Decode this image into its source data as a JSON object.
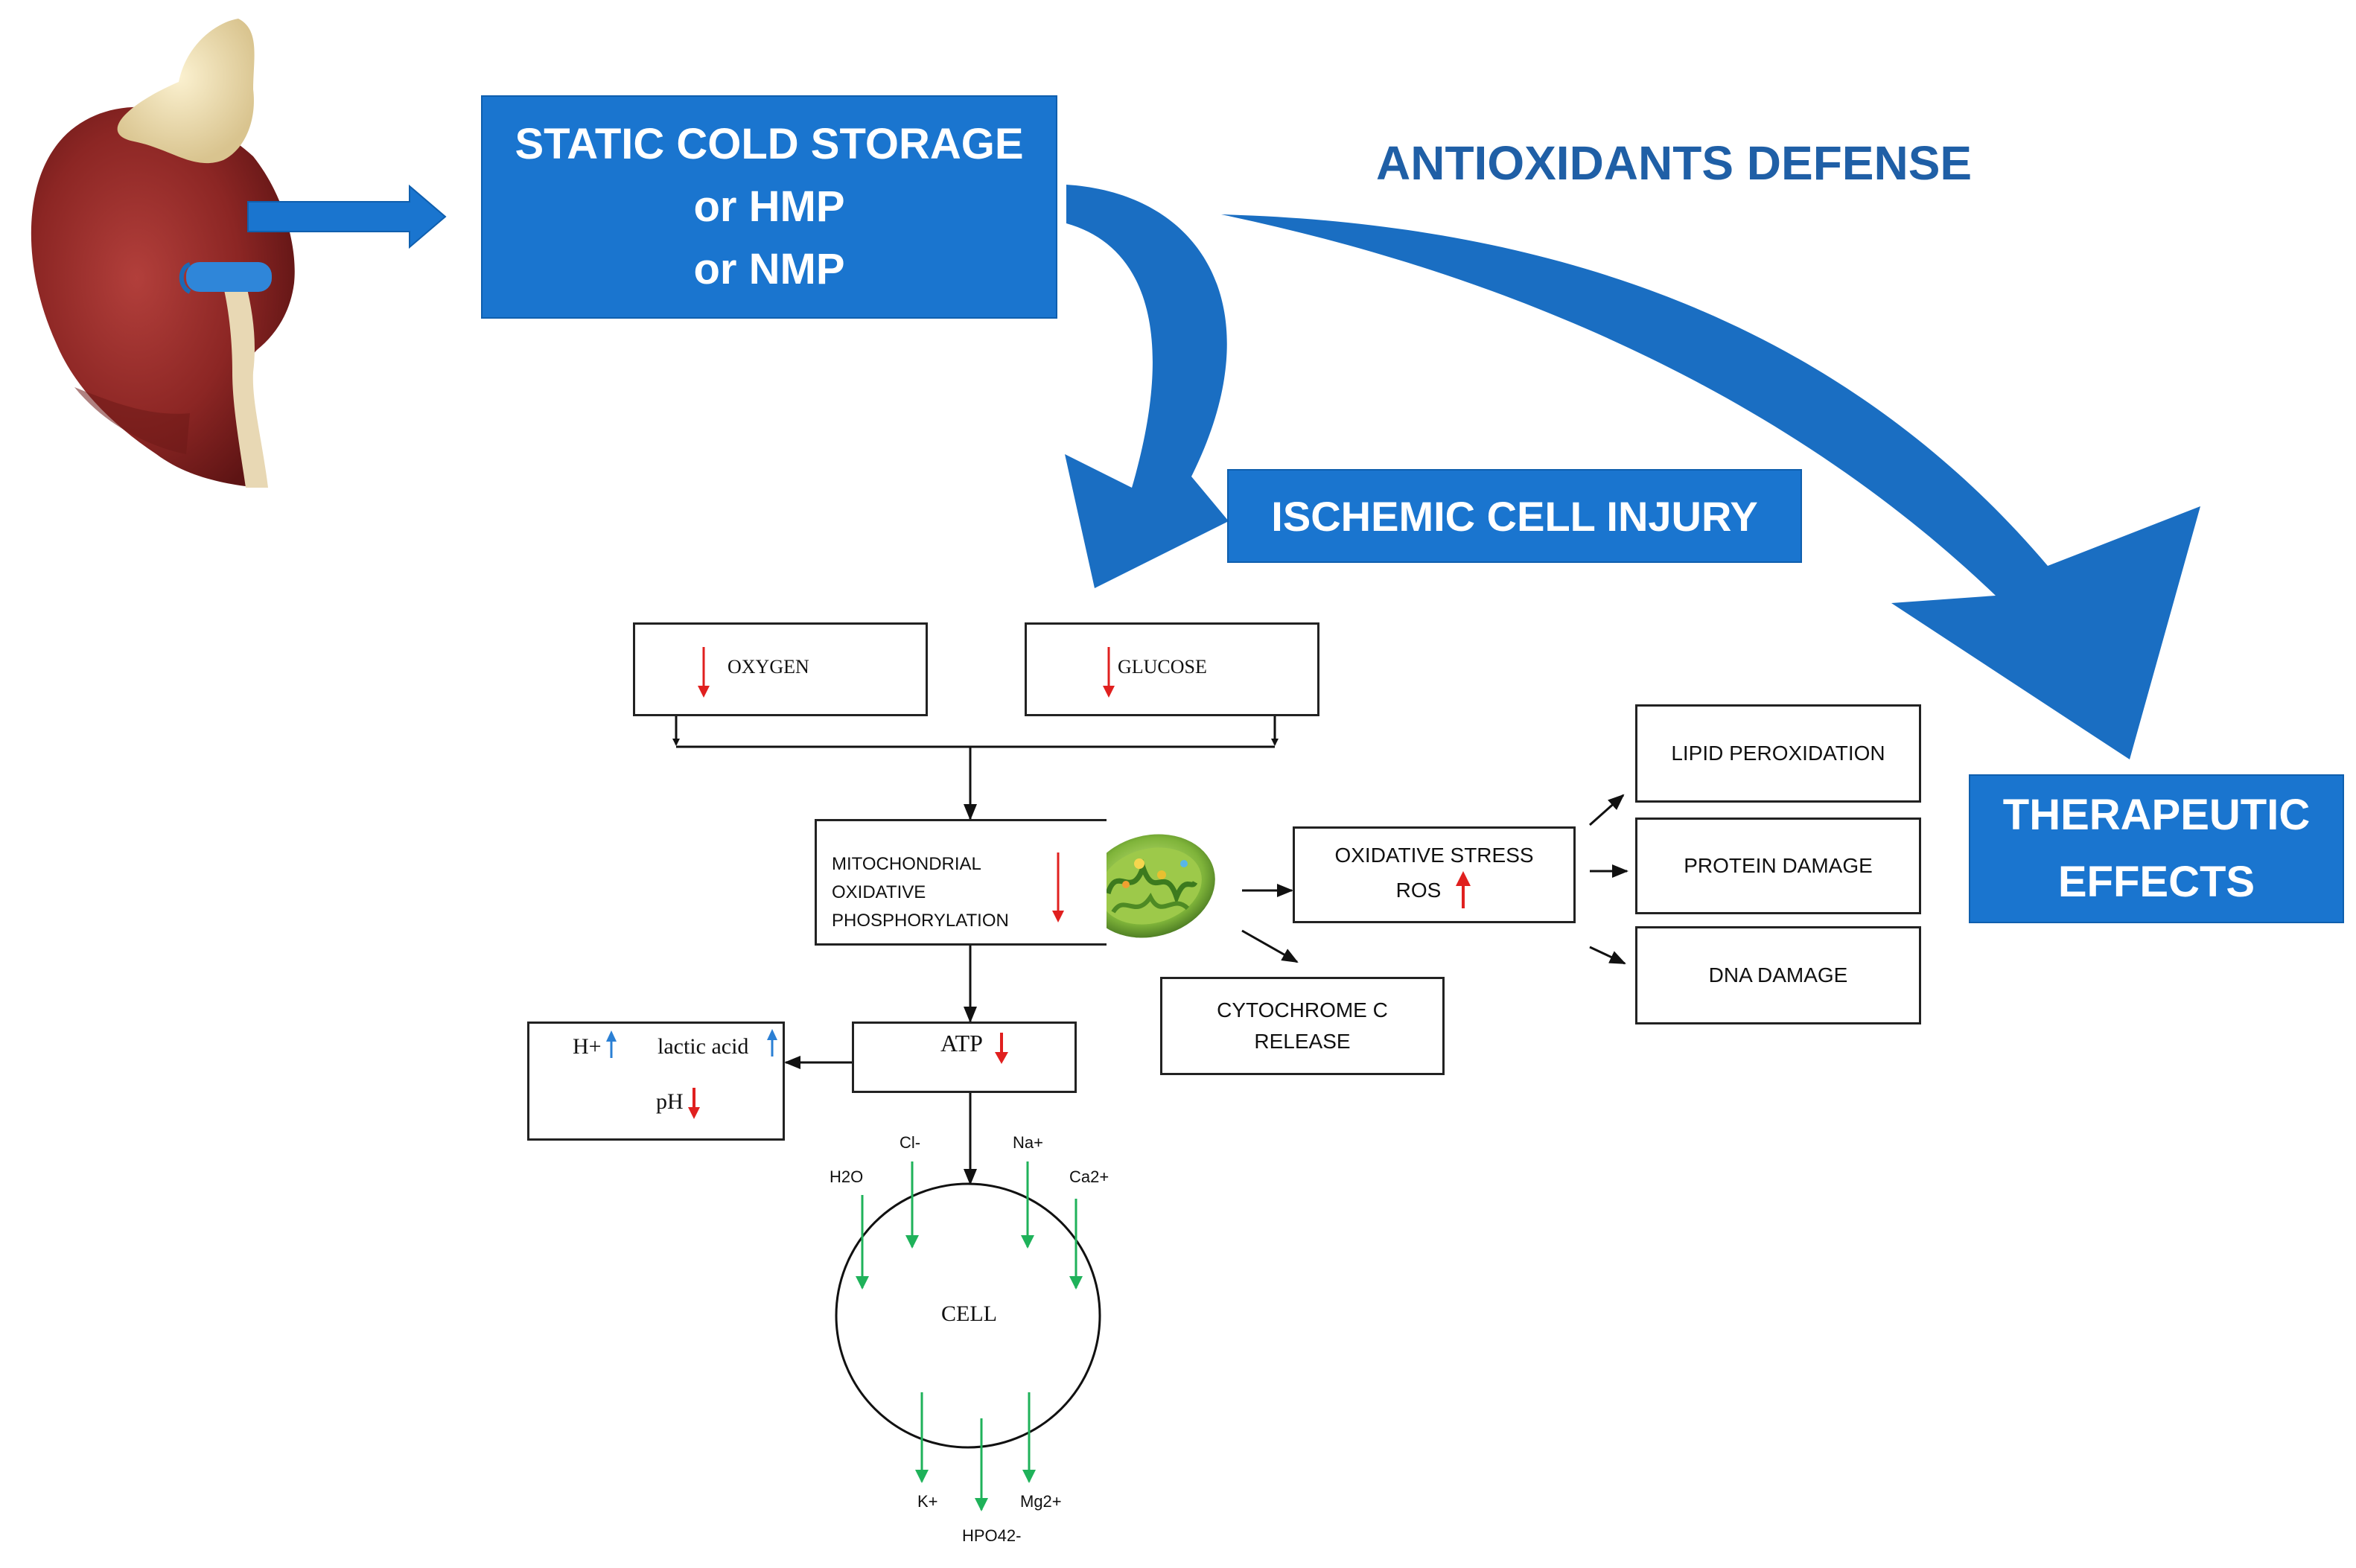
{
  "storage_box": {
    "lines": [
      "STATIC COLD STORAGE",
      "or HMP",
      "or NMP"
    ]
  },
  "antioxidants_label": "ANTIOXIDANTS DEFENSE",
  "ischemic_label": "ISCHEMIC CELL INJURY",
  "therapeutic_box": {
    "lines": [
      "THERAPEUTIC",
      "EFFECTS"
    ]
  },
  "oxygen_box": "OXYGEN",
  "glucose_box": "GLUCOSE",
  "mito_box": {
    "lines": [
      "MITOCHONDRIAL",
      "OXIDATIVE",
      "PHOSPHORYLATION"
    ]
  },
  "oxidative_box": {
    "lines": [
      "OXIDATIVE STRESS",
      "ROS"
    ]
  },
  "cytochrome_box": {
    "lines": [
      "CYTOCHROME C",
      "RELEASE"
    ]
  },
  "damage_boxes": [
    "LIPID PEROXIDATION",
    "PROTEIN DAMAGE",
    "DNA DAMAGE"
  ],
  "atp_box": "ATP",
  "acid_box": {
    "h_plus": "H+",
    "lactic_acid": "lactic acid",
    "ph": "pH"
  },
  "cell_label": "CELL",
  "ions_in": {
    "h2o": "H2O",
    "cl": "Cl-",
    "na": "Na+",
    "ca": "Ca2+"
  },
  "ions_out": {
    "k": "K+",
    "hpo4": "HPO42-",
    "mg": "Mg2+"
  },
  "colors": {
    "blue": "#1a75cf",
    "dark_blue": "#1f5fa6",
    "red_arrow": "#e0201f",
    "green_arrow": "#1fb25a",
    "up_arrow_blue": "#2a7fd4"
  }
}
